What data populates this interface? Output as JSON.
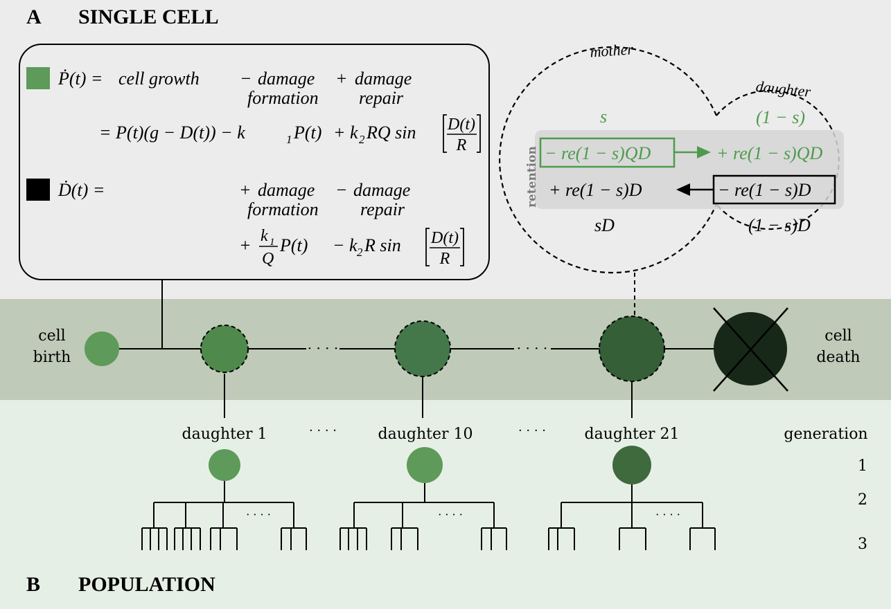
{
  "section_a": {
    "letter": "A",
    "title": "SINGLE CELL"
  },
  "section_b": {
    "letter": "B",
    "title": "POPULATION"
  },
  "colors": {
    "bg_a": "#ececec",
    "band": "#bfcab8",
    "bg_b": "#e6efe6",
    "green_light": "#5e9a59",
    "green_mid": "#4a7d49",
    "green_dark": "#355f36",
    "cell_dead": "#182818",
    "accent_green": "#4e9a4c"
  },
  "equations": {
    "p_lhs": "Ṗ(t) =",
    "p_term1": "cell growth",
    "p_term2_sign": "−",
    "p_term2_a": "damage",
    "p_term2_b": "formation",
    "p_term3_sign": "+",
    "p_term3_a": "damage",
    "p_term3_b": "repair",
    "p_line2_a": "= P(t)(g − D(t)) − k",
    "p_line2_b": "P(t)",
    "p_line2_c": "+ k",
    "p_line2_d": "RQ sin",
    "d_lhs": "Ḋ(t) =",
    "d_term2_sign": "+",
    "d_term2_a": "damage",
    "d_term2_b": "formation",
    "d_term3_sign": "−",
    "d_term3_a": "damage",
    "d_term3_b": "repair",
    "d_line2_plus": "+",
    "d_line2_k1": "k",
    "d_line2_Q": "Q",
    "d_line2_P": "P(t)",
    "d_line2_minus": "− k",
    "d_line2_R": "R sin",
    "frac_num": "D(t)",
    "frac_den": "R",
    "sub1": "1",
    "sub2": "2"
  },
  "division": {
    "mother_label": "mother",
    "daughter_label": "daughter",
    "s_label": "s",
    "one_minus_s": "(1 − s)",
    "retention_label": "retention",
    "box1": "− re(1 − s)QD",
    "plus1": "+ re(1 − s)QD",
    "plus2": "+ re(1 − s)D",
    "box2": "− re(1 − s)D",
    "sD": "sD",
    "one_minus_sD": "(1 − s)D"
  },
  "lifeline": {
    "birth_a": "cell",
    "birth_b": "birth",
    "death_a": "cell",
    "death_b": "death",
    "dots": "· · · ·"
  },
  "population": {
    "daughters": [
      "daughter 1",
      "daughter 10",
      "daughter 21"
    ],
    "dots": "· · · ·",
    "generation_header": "generation",
    "generations": [
      "1",
      "2",
      "3"
    ]
  }
}
